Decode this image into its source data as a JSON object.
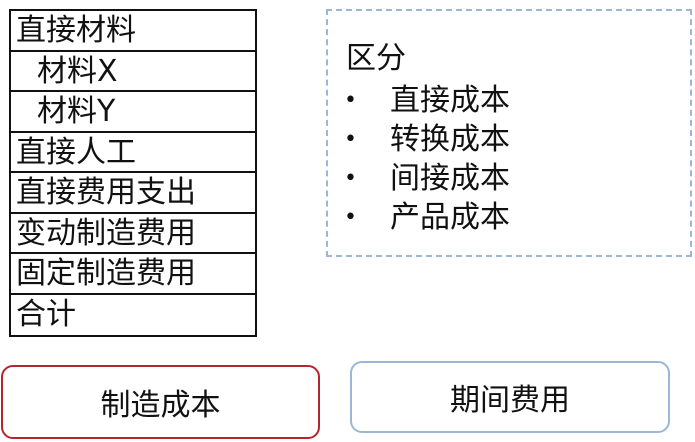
{
  "cost_table": {
    "rows": [
      {
        "label": "直接材料",
        "indent": false
      },
      {
        "label": "材料X",
        "indent": true
      },
      {
        "label": "材料Y",
        "indent": true
      },
      {
        "label": "直接人工",
        "indent": false
      },
      {
        "label": "直接费用支出",
        "indent": false
      },
      {
        "label": "变动制造费用",
        "indent": false
      },
      {
        "label": "固定制造费用",
        "indent": false
      },
      {
        "label": "合计",
        "indent": false
      }
    ]
  },
  "classification": {
    "title": "区分",
    "bullet": "•",
    "items": [
      "直接成本",
      "转换成本",
      "间接成本",
      "产品成本"
    ]
  },
  "buttons": {
    "manufacturing_cost": "制造成本",
    "period_expense": "期间费用"
  },
  "colors": {
    "manufacturing_border": "#b3262d",
    "period_border": "#9ab8d6",
    "dashed_border": "#9ab8d6"
  }
}
